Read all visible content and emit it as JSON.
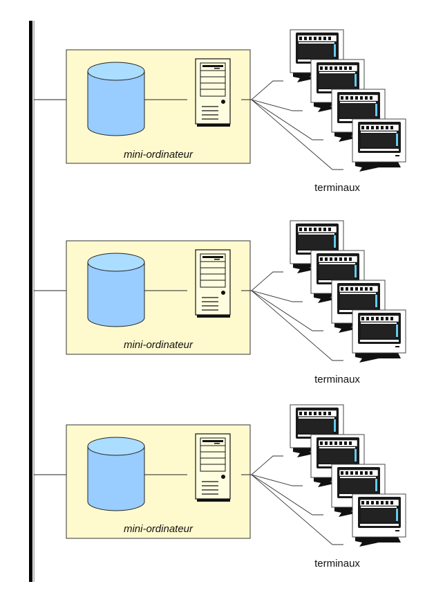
{
  "diagram": {
    "type": "network-architecture",
    "bus": {
      "name": "network-bus"
    },
    "colors": {
      "box_fill": "#FFFACD",
      "box_stroke": "#333333",
      "cylinder_body": "#99CCFF",
      "cylinder_top": "#AADDFF",
      "tower_fill": "#FFFDE0",
      "monitor_frame": "#FFFFFF",
      "monitor_bezel": "#1A1A1A",
      "screen_accent": "#66CCEE",
      "line": "#000000"
    },
    "groups": [
      {
        "computer_label": "mini-ordinateur",
        "terminals_label": "terminaux",
        "storage_icon": "database-cylinder-icon",
        "server_icon": "server-tower-icon",
        "terminal_icon": "terminal-monitor-icon",
        "terminal_count": 4
      },
      {
        "computer_label": "mini-ordinateur",
        "terminals_label": "terminaux",
        "storage_icon": "database-cylinder-icon",
        "server_icon": "server-tower-icon",
        "terminal_icon": "terminal-monitor-icon",
        "terminal_count": 4
      },
      {
        "computer_label": "mini-ordinateur",
        "terminals_label": "terminaux",
        "storage_icon": "database-cylinder-icon",
        "server_icon": "server-tower-icon",
        "terminal_icon": "terminal-monitor-icon",
        "terminal_count": 4
      }
    ]
  }
}
